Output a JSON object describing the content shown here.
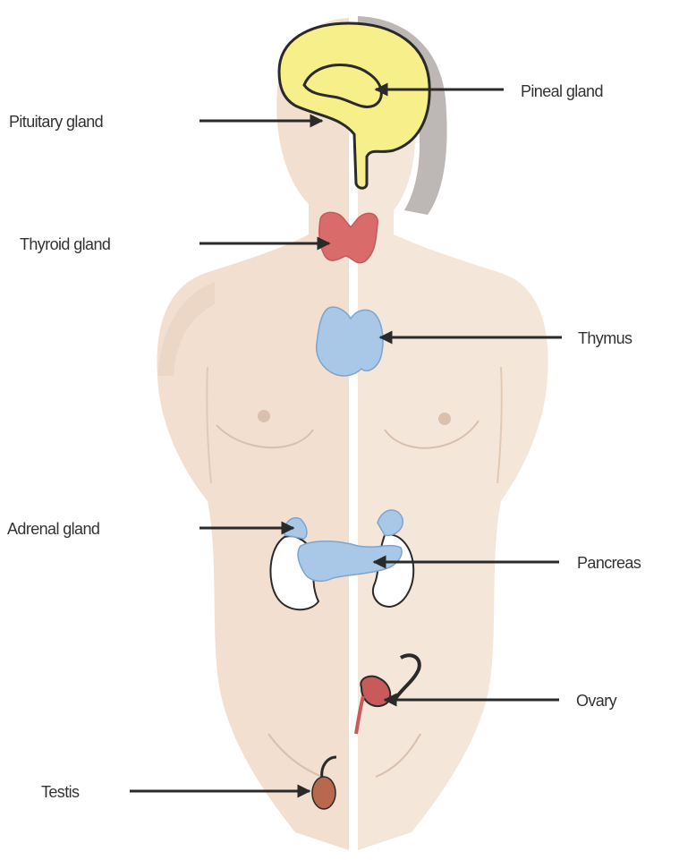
{
  "labels": {
    "pineal": "Pineal gland",
    "pituitary": "Pituitary gland",
    "thyroid": "Thyroid gland",
    "thymus": "Thymus",
    "adrenal": "Adrenal gland",
    "pancreas": "Pancreas",
    "ovary": "Ovary",
    "testis": "Testis"
  },
  "colors": {
    "skin_left": "#f2dfd0",
    "skin_right": "#f5e6da",
    "hair": "#bdb8b6",
    "brain": "#f6ef8a",
    "thyroid": "#d96b6b",
    "thymus": "#a9c8e8",
    "pancreas": "#a9c8e8",
    "kidney": "#ffffff",
    "ovary": "#c85a5a",
    "testis": "#b8684c",
    "pointer": "#2a2a2a",
    "midline": "#ffffff"
  }
}
